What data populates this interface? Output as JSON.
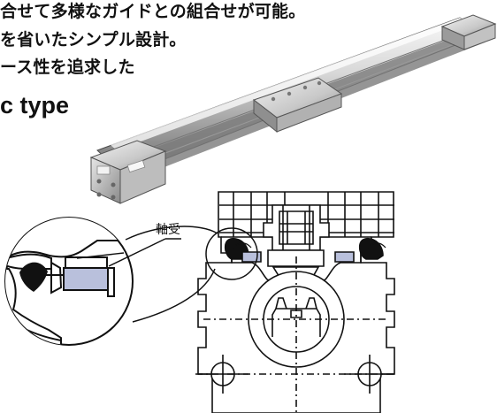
{
  "text": {
    "line1": "合せて多様なガイドとの組合せが可能。",
    "line2": "を省いたシンプル設計。",
    "line3": "ース性を追求した",
    "heading": "c type"
  },
  "callout": {
    "label": "軸受"
  },
  "colors": {
    "ink": "#111111",
    "bearing": "#b9c0dc",
    "rail": "#d9d9d9",
    "rail_shadow": "#8d8d8d",
    "rail_dark": "#5f5f5f",
    "background": "#ffffff"
  },
  "icons": {
    "product": "linear-actuator-product-image",
    "section": "cross-section-drawing",
    "detail": "bearing-detail-circle"
  }
}
